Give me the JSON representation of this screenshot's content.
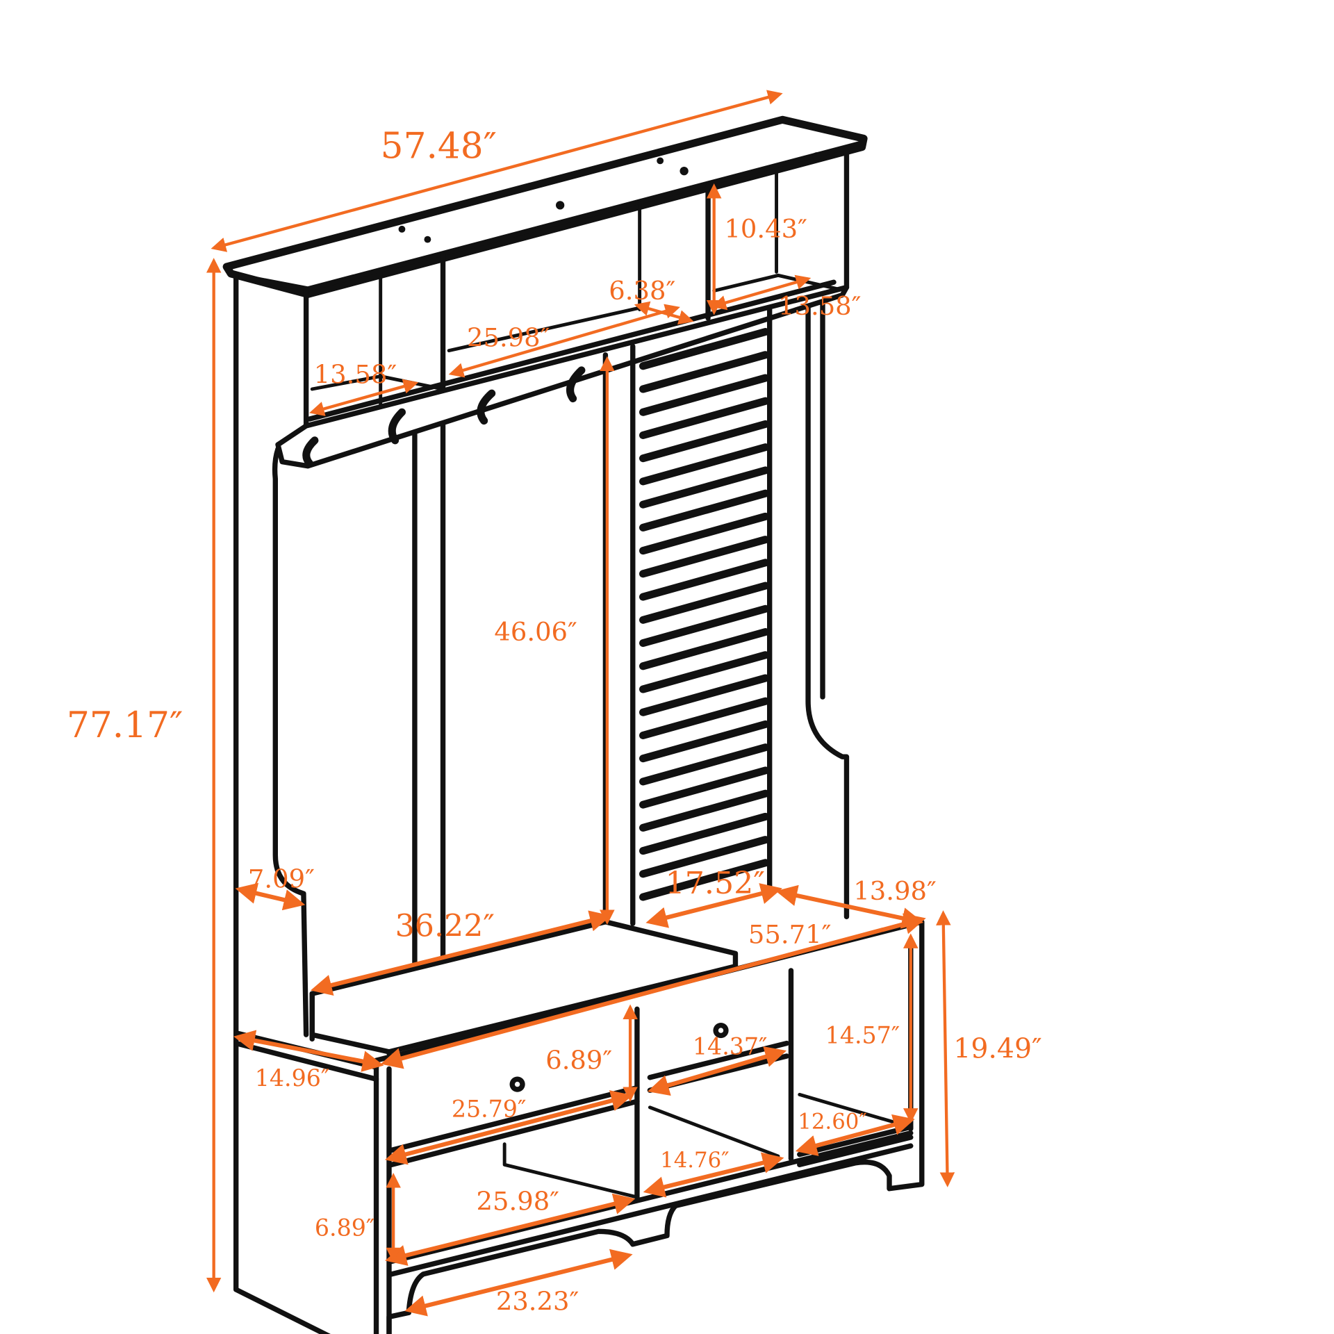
{
  "diagram": {
    "subject": "hall tree with bench and shoe storage",
    "colors": {
      "dimension": "#F26B21",
      "outline": "#111111",
      "background": "#FFFFFF"
    },
    "dimensions": {
      "overall_width": "57.48″",
      "overall_height": "77.17″",
      "top_cubby_height": "10.43″",
      "top_right_cubby_depth": "13.58″",
      "top_divider_gap": "6.38″",
      "top_middle_width": "25.98″",
      "top_left_cubby_depth": "13.58″",
      "hanging_height": "46.06″",
      "side_depth_offset": "7.09″",
      "bench_top_width": "36.22″",
      "slatted_panel_width": "17.52″",
      "right_top_depth": "13.98″",
      "base_width": "55.71″",
      "base_height": "19.49″",
      "right_cubby_height": "14.57″",
      "side_depth": "14.96″",
      "drawer_height": "6.89″",
      "small_drawer_width": "14.37″",
      "large_drawer_width": "25.79″",
      "right_cubby_depth": "12.60″",
      "middle_cubby_width": "14.76″",
      "bottom_cubby_width": "25.98″",
      "bottom_cubby_height": "6.89″",
      "plinth_cutout_width": "23.23″"
    }
  }
}
